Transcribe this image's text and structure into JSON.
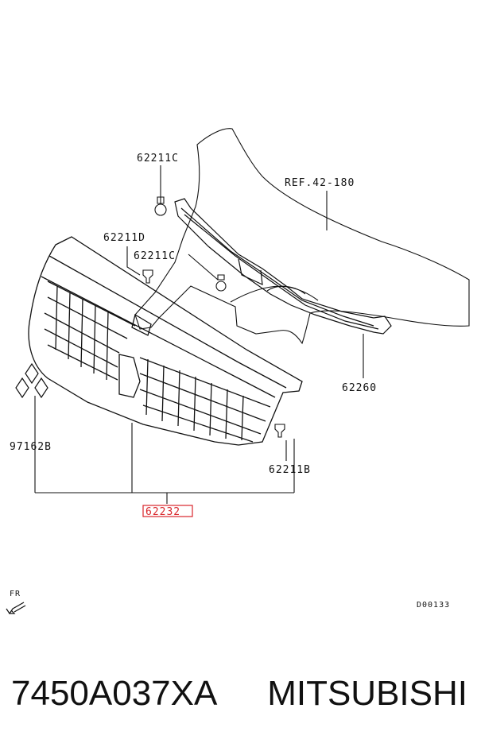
{
  "labels": {
    "clip_top": "62211C",
    "ref": "REF.42-180",
    "clip_d": "62211D",
    "clip_c_mid": "62211C",
    "emblem": "97162B",
    "molding": "62260",
    "clip_b": "62211B",
    "grille": "62232",
    "front": "FR",
    "diagram_code": "D00133"
  },
  "footer": {
    "part_number": "7450A037XA",
    "brand": "MITSUBISHI"
  },
  "colors": {
    "line": "#111111",
    "highlight": "#d9262b"
  }
}
